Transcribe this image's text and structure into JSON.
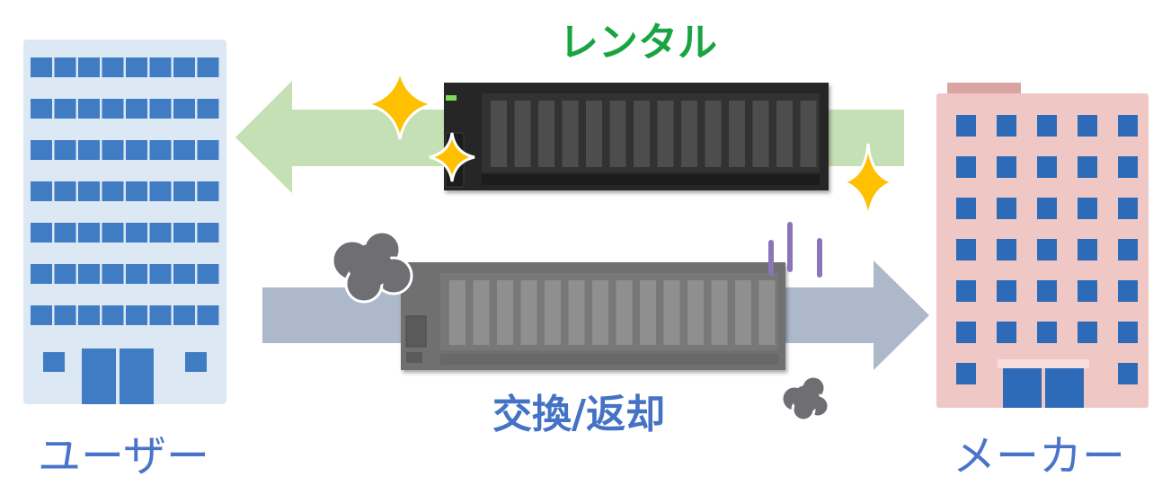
{
  "labels": {
    "rental": "レンタル",
    "exchange_return": "交換/返却",
    "user": "ユーザー",
    "maker": "メーカー"
  },
  "colors": {
    "rental_text": "#19a441",
    "return_text": "#4472c4",
    "party_text": "#4a74c9",
    "rental_arrow": "#c5e0b4",
    "return_arrow": "#adb9ca",
    "user_building": "#dde8f5",
    "user_window": "#3f7cc4",
    "maker_building": "#efc7c5",
    "maker_window": "#2d6bb8",
    "sparkle": "#ffc000",
    "smoke": "#6f6f73",
    "stink_lines": "#8c74b8",
    "new_server": "#262626",
    "old_server": "#707070"
  },
  "icons": {
    "user_building": "office-building-icon",
    "maker_building": "office-building-icon",
    "new_server": "storage-server-icon",
    "old_server": "storage-server-icon",
    "sparkle": "sparkle-icon",
    "smoke": "smoke-cloud-icon"
  }
}
